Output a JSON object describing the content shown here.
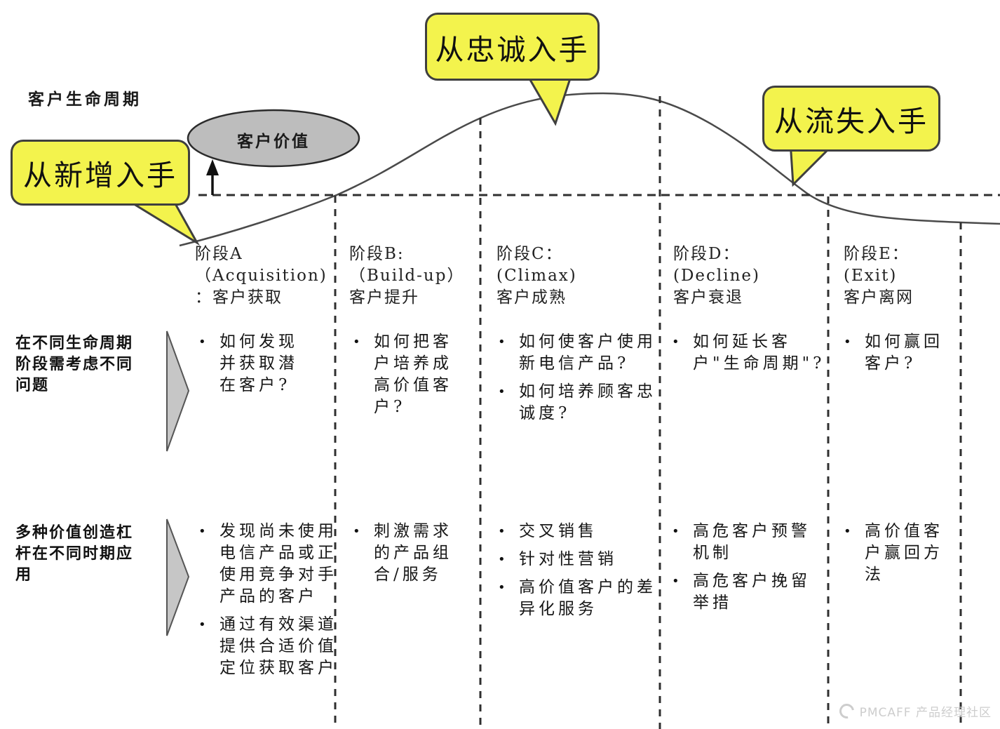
{
  "title": "客户生命周期",
  "ellipse_label": "客户价值",
  "bubbles": {
    "acquisition": "从新增入手",
    "loyalty": "从忠诚入手",
    "churn": "从流失入手"
  },
  "row_labels": {
    "row1": "在不同生命周期\n阶段需考虑不同\n问题",
    "row2": "多种价值创造杠\n杆在不同时期应\n用"
  },
  "columns": [
    {
      "stage": "阶段A\n（Acquisition)\n：客户获取",
      "row1": [
        "如何发现并获取潜在客户?"
      ],
      "row2": [
        "发现尚未使用电信产品或正使用竞争对手产品的客户",
        "通过有效渠道提供合适价值定位获取客户"
      ]
    },
    {
      "stage": "阶段B:\n（Build-up）\n客户提升",
      "row1": [
        "如何把客户培养成高价值客户?"
      ],
      "row2": [
        "刺激需求的产品组合/服务"
      ]
    },
    {
      "stage": "阶段C：\n(Climax)\n客户成熟",
      "row1": [
        "如何使客户使用新电信产品?",
        "如何培养顾客忠诚度?"
      ],
      "row2": [
        "交叉销售",
        "针对性营销",
        "高价值客户的差异化服务"
      ]
    },
    {
      "stage": "阶段D：\n(Decline)\n客户衰退",
      "row1": [
        "如何延长客户\"生命周期\"?"
      ],
      "row2": [
        "高危客户预警机制",
        "高危客户挽留举措"
      ]
    },
    {
      "stage": "阶段E：\n(Exit)\n客户离网",
      "row1": [
        "如何赢回客户?"
      ],
      "row2": [
        "高价值客户赢回方法"
      ]
    }
  ],
  "watermark": "PMCAFF 产品经理社区",
  "colors": {
    "bubble_yellow": "#f3f34d",
    "shape_gray": "#bdbdbd",
    "line_dark": "#4a4a4a",
    "watermark_gray": "#cdcdcd"
  }
}
